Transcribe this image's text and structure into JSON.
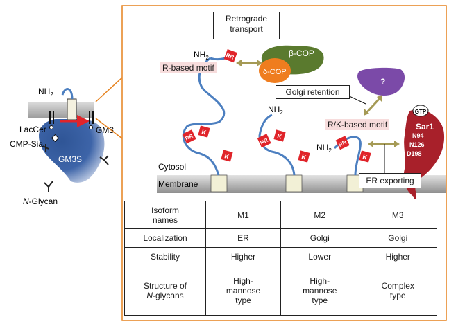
{
  "left_panel": {
    "nh2": "NH2",
    "lacer": "LacCer",
    "gm3": "GM3",
    "cmp_sia": "CMP-Sia",
    "enzyme": "GM3S",
    "nglycan": "N-Glycan"
  },
  "zoom_panel": {
    "retrograde_transport": "Retrograde\ntransport",
    "r_based_motif": "R-based motif",
    "beta_cop": "β-COP",
    "delta_cop": "δ-COP",
    "golgi_retention": "Golgi retention",
    "question": "?",
    "rk_based_motif": "R/K-based motif",
    "gtp": "GTP",
    "sar1": "Sar1",
    "sar1_residues": [
      "N94",
      "N126",
      "D198"
    ],
    "er_exporting": "ER exporting",
    "cytosol": "Cytosol",
    "membrane": "Membrane",
    "nh2_labels": [
      "NH2",
      "NH2",
      "NH2"
    ],
    "tags": {
      "rr": "RR",
      "k": "K"
    }
  },
  "colors": {
    "orange_frame": "#e6821e",
    "chain": "#4c7fc0",
    "tag_red": "#e0242a",
    "cop_green": "#5a7a2e",
    "cop_orange": "#ef7d1f",
    "question_purple": "#7b4aa8",
    "sar1_red": "#a8202a",
    "arrow_olive": "#a59a55",
    "gm3s_blue": "#2b4f8e"
  },
  "table": {
    "rows": [
      [
        "Isoform\nnames",
        "M1",
        "M2",
        "M3"
      ],
      [
        "Localization",
        "ER",
        "Golgi",
        "Golgi"
      ],
      [
        "Stability",
        "Higher",
        "Lower",
        "Higher"
      ],
      [
        "Structure of\nN-glycans",
        "High-\nmannose\ntype",
        "High-\nmannose\ntype",
        "Complex\ntype"
      ]
    ]
  }
}
